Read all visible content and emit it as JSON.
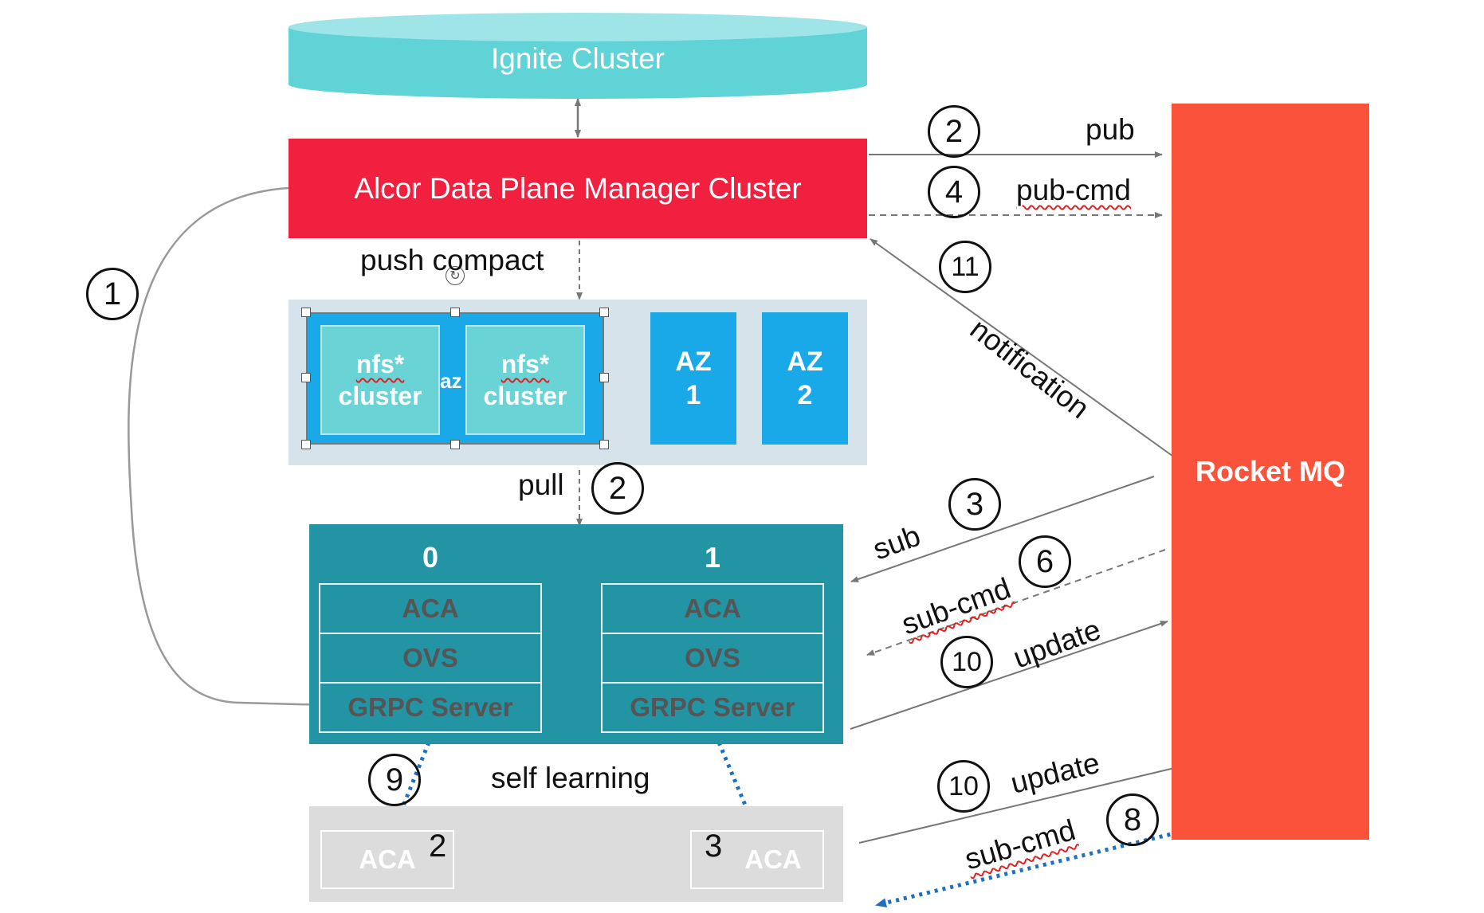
{
  "colors": {
    "ignite": "#5fd3d6",
    "manager": "#f2203f",
    "rocketmq": "#fb533b",
    "az_blue": "#1aa9e8",
    "nfs_box": "#6ad3d6",
    "az_region_bg": "#d6e3ea",
    "node_teal": "#2394a3",
    "aca_bg": "#dcdcdc",
    "dotted_blue": "#1f6fc0"
  },
  "ignite": {
    "label": "Ignite Cluster"
  },
  "manager": {
    "label": "Alcor Data Plane Manager Cluster"
  },
  "rocketmq": {
    "label": "Rocket MQ"
  },
  "az_region": {
    "nfs_left": {
      "line1": "nfs*",
      "line2": "cluster"
    },
    "nfs_right": {
      "line1": "nfs*",
      "line2": "cluster"
    },
    "az_text": "az",
    "az1": {
      "line1": "AZ",
      "line2": "1"
    },
    "az2": {
      "line1": "AZ",
      "line2": "2"
    }
  },
  "nodes": [
    {
      "id": "0",
      "rows": [
        "ACA",
        "OVS",
        "GRPC Server"
      ]
    },
    {
      "id": "1",
      "rows": [
        "ACA",
        "OVS",
        "GRPC Server"
      ]
    }
  ],
  "aca_boxes": [
    {
      "label": "ACA",
      "number": "2"
    },
    {
      "label": "ACA",
      "number": "3"
    }
  ],
  "labels": {
    "pub": "pub",
    "pub_cmd": "pub-cmd",
    "notification": "notification",
    "push_compact": "push compact",
    "pull": "pull",
    "sub": "sub",
    "sub_cmd_6": "sub-cmd",
    "update_node": "update",
    "update_aca": "update",
    "sub_cmd_8": "sub-cmd",
    "self_learning": "self learning"
  },
  "steps": {
    "s1": "①",
    "s2_pub": "②",
    "s4": "④",
    "s11": "⑪",
    "s2_pull": "②",
    "s3": "③",
    "s6": "⑥",
    "s10_node": "⑩",
    "s9": "⑨",
    "s10_aca": "⑩",
    "s8": "⑧"
  }
}
